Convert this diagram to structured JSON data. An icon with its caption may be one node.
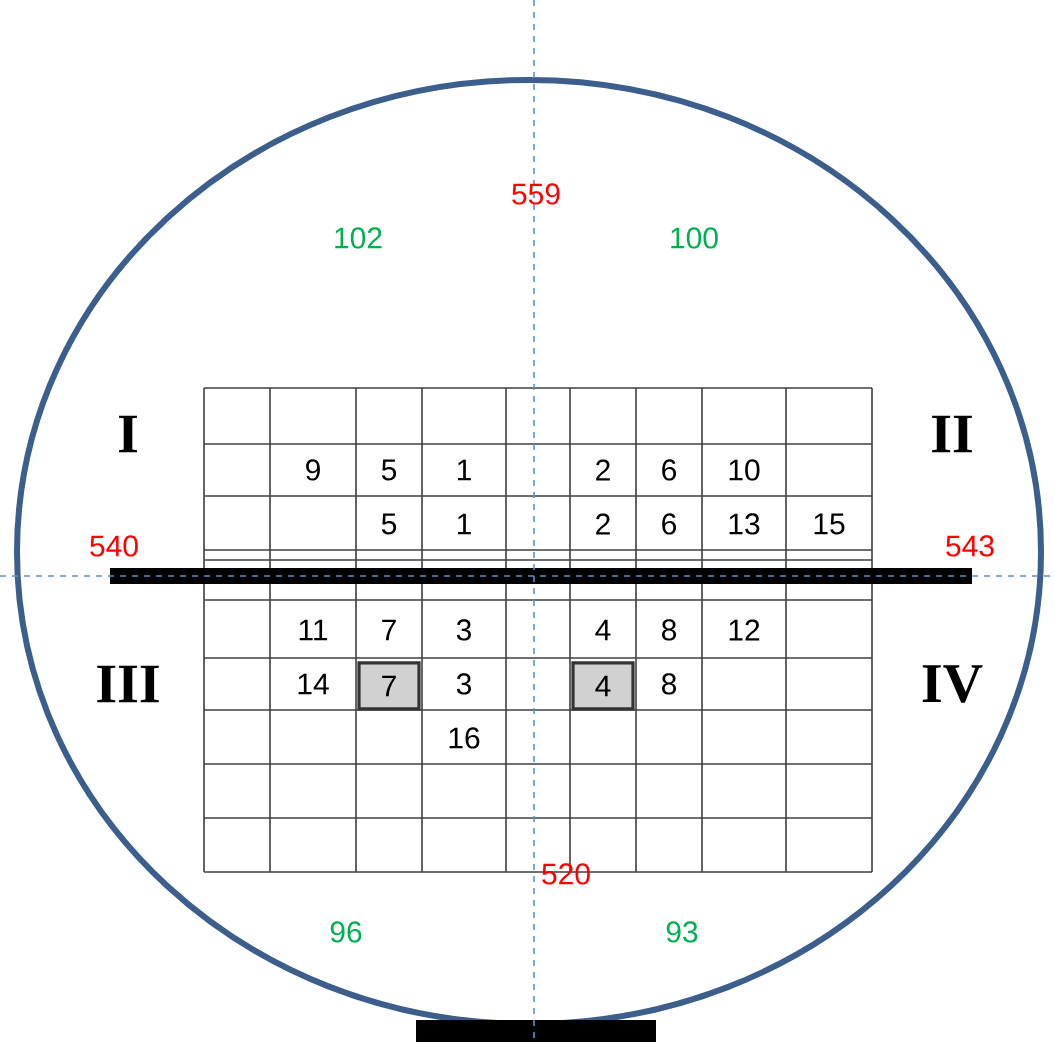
{
  "diagram": {
    "nodes": [
      {
        "text": [
          "7"
        ]
      },
      {
        "text": [
          "4"
        ]
      }
    ],
    "labels": [
      "559",
      "102",
      "100",
      "I",
      "II",
      "9",
      "5",
      "1",
      "2",
      "6",
      "10",
      "5",
      "1",
      "2",
      "6",
      "13",
      "15",
      "540",
      "543",
      "11",
      "7",
      "3",
      "4",
      "8",
      "12",
      "III",
      "14",
      "3",
      "8",
      "IV",
      "16",
      "520",
      "96",
      "93"
    ]
  }
}
